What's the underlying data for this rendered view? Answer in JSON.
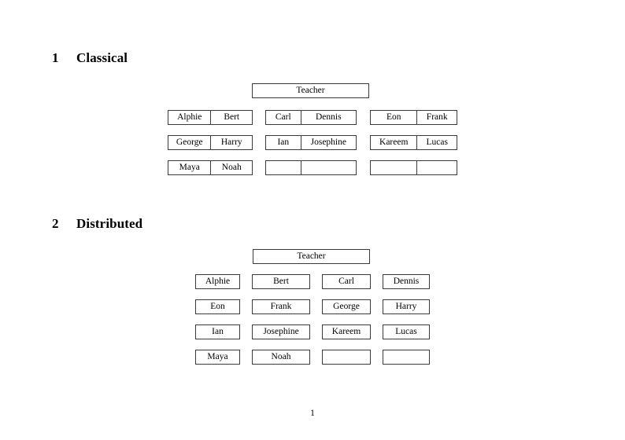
{
  "page": {
    "folio": "1"
  },
  "sections": [
    {
      "number": "1",
      "title": "Classical",
      "teacher": {
        "label": "Teacher"
      },
      "groups": [
        {
          "rows": [
            {
              "cells": [
                "Alphie",
                "Bert"
              ]
            },
            {
              "cells": [
                "George",
                "Harry"
              ]
            },
            {
              "cells": [
                "Maya",
                "Noah"
              ]
            }
          ]
        },
        {
          "rows": [
            {
              "cells": [
                "Carl",
                "Dennis"
              ]
            },
            {
              "cells": [
                "Ian",
                "Josephine"
              ]
            },
            {
              "cells": [
                "",
                ""
              ]
            }
          ]
        },
        {
          "rows": [
            {
              "cells": [
                "Eon",
                "Frank"
              ]
            },
            {
              "cells": [
                "Kareem",
                "Lucas"
              ]
            },
            {
              "cells": [
                "",
                ""
              ]
            }
          ]
        }
      ]
    },
    {
      "number": "2",
      "title": "Distributed",
      "teacher": {
        "label": "Teacher"
      },
      "rows": [
        {
          "cells": [
            "Alphie",
            "Bert",
            "Carl",
            "Dennis"
          ]
        },
        {
          "cells": [
            "Eon",
            "Frank",
            "George",
            "Harry"
          ]
        },
        {
          "cells": [
            "Ian",
            "Josephine",
            "Kareem",
            "Lucas"
          ]
        },
        {
          "cells": [
            "Maya",
            "Noah",
            "",
            ""
          ]
        }
      ]
    }
  ]
}
